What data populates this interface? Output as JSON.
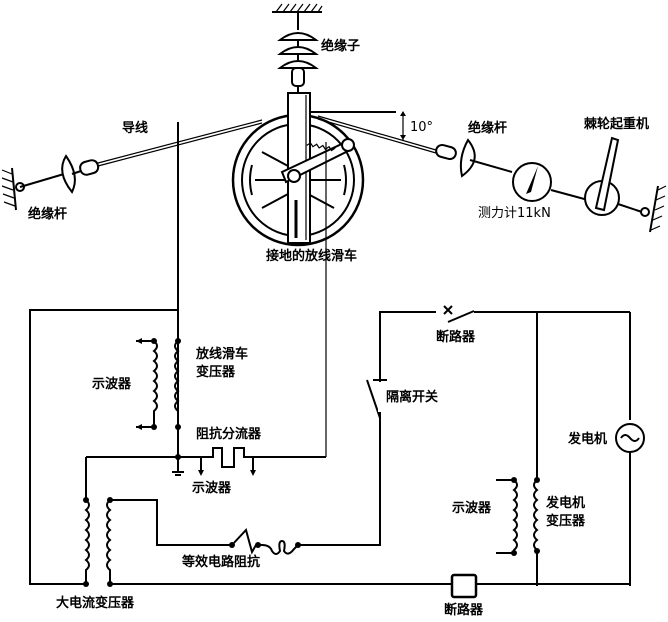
{
  "diagram": {
    "labels": {
      "insulator": "绝缘子",
      "conductor": "导线",
      "angle": "10°",
      "insulating_rod_left": "绝缘杆",
      "insulating_rod_right": "绝缘杆",
      "ratchet_hoist": "棘轮起重机",
      "dynamometer": "测力计11kN",
      "grounded_pulley": "接地的放线滑车",
      "pulley_transformer_line1": "放线滑车",
      "pulley_transformer_line2": "变压器",
      "oscilloscope_left": "示波器",
      "impedance_shunt": "阻抗分流器",
      "oscilloscope_shunt": "示波器",
      "breaker_top": "断路器",
      "disconnect_switch": "隔离开关",
      "generator": "发电机",
      "oscilloscope_right": "示波器",
      "generator_transformer_line1": "发电机",
      "generator_transformer_line2": "变压器",
      "equivalent_impedance": "等效电路阻抗",
      "high_current_transformer": "大电流变压器",
      "breaker_bottom": "断路器"
    }
  }
}
